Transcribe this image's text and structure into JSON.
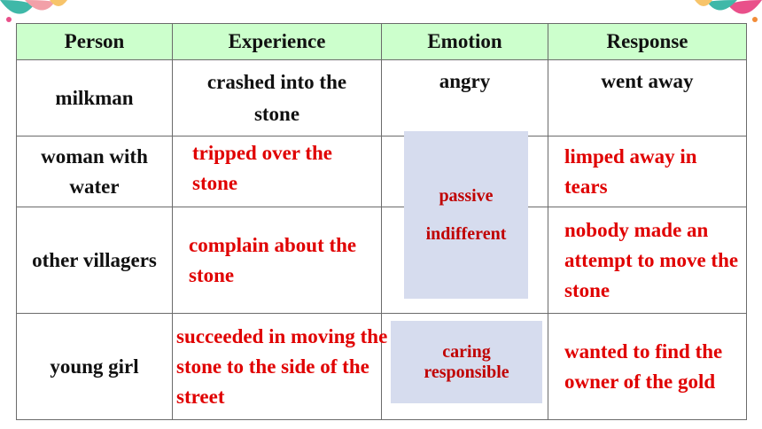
{
  "headers": [
    "Person",
    "Experience",
    "Emotion",
    "Response"
  ],
  "rows": [
    {
      "person": "milkman",
      "experience": "crashed into the stone",
      "emotion": "angry",
      "response": "went away"
    },
    {
      "person": "woman with water",
      "experience": "tripped over the stone",
      "emotion": "",
      "response": "limped away in tears"
    },
    {
      "person": "other villagers",
      "experience": "complain about the stone",
      "emotion": "",
      "response": "nobody made an attempt to move the stone"
    },
    {
      "person": "young girl",
      "experience": "succeeded in moving the stone to the side of the street",
      "emotion": "",
      "response": "wanted to find the owner of the gold"
    }
  ],
  "overlay_passive": {
    "line1": "passive",
    "line2": "indifferent"
  },
  "overlay_caring": {
    "line1": "caring",
    "line2": "responsible"
  },
  "colors": {
    "header_bg": "#ccffcc",
    "red_text": "#e00000",
    "overlay_bg": "#d6dcee",
    "overlay_text": "#c00000"
  }
}
